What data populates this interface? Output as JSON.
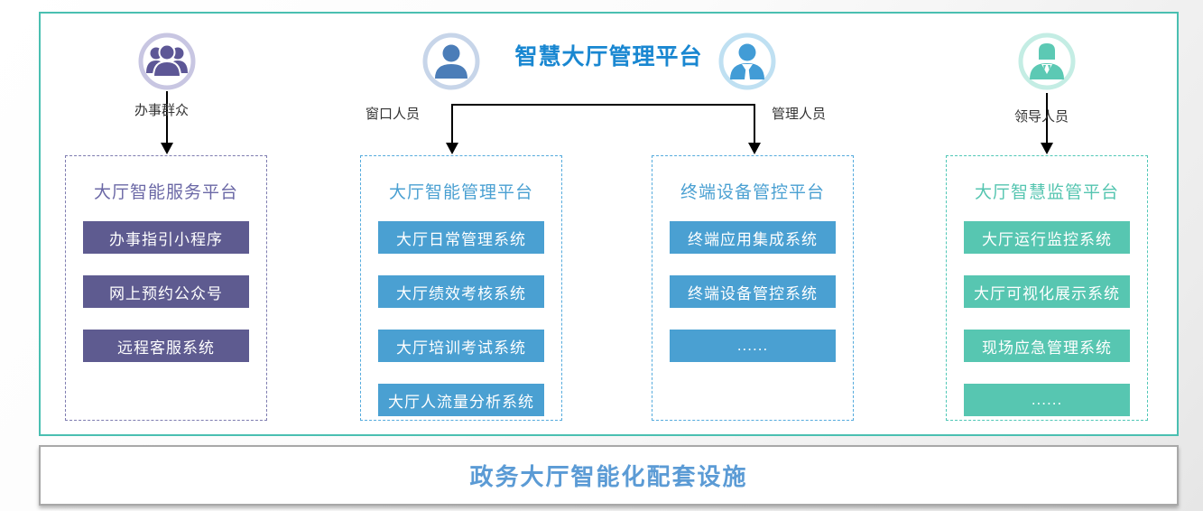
{
  "page": {
    "title": "智慧大厅管理平台",
    "footer": "政务大厅智能化配套设施"
  },
  "roles": [
    {
      "label": "办事群众",
      "icon": "people-group-icon",
      "color": "#5d5796",
      "ring": "#c8c6e2"
    },
    {
      "label": "窗口人员",
      "icon": "person-icon",
      "color": "#4b7db8",
      "ring": "#c7d5e9"
    },
    {
      "label": "管理人员",
      "icon": "person-tie-icon",
      "color": "#429cd6",
      "ring": "#bfe0f2"
    },
    {
      "label": "领导人员",
      "icon": "person-suit-icon",
      "color": "#5cc9b4",
      "ring": "#c4ede4"
    }
  ],
  "platforms": [
    {
      "title": "大厅智能服务平台",
      "theme": "purple",
      "systems": [
        "办事指引小程序",
        "网上预约公众号",
        "远程客服系统"
      ]
    },
    {
      "title": "大厅智能管理平台",
      "theme": "blue",
      "systems": [
        "大厅日常管理系统",
        "大厅绩效考核系统",
        "大厅培训考试系统",
        "大厅人流量分析系统"
      ]
    },
    {
      "title": "终端设备管控平台",
      "theme": "blue",
      "systems": [
        "终端应用集成系统",
        "终端设备管控系统",
        "......"
      ]
    },
    {
      "title": "大厅智慧监管平台",
      "theme": "teal",
      "systems": [
        "大厅运行监控系统",
        "大厅可视化展示系统",
        "现场应急管理系统",
        "......"
      ]
    }
  ],
  "colors": {
    "outer_border": "#4abfb1",
    "title_blue": "#1987d1",
    "purple_button": "#5e5b90",
    "blue_button": "#4aa0d2",
    "teal_button": "#57c6b1",
    "footer_text": "#5b9bd5",
    "connector": "#000000"
  }
}
